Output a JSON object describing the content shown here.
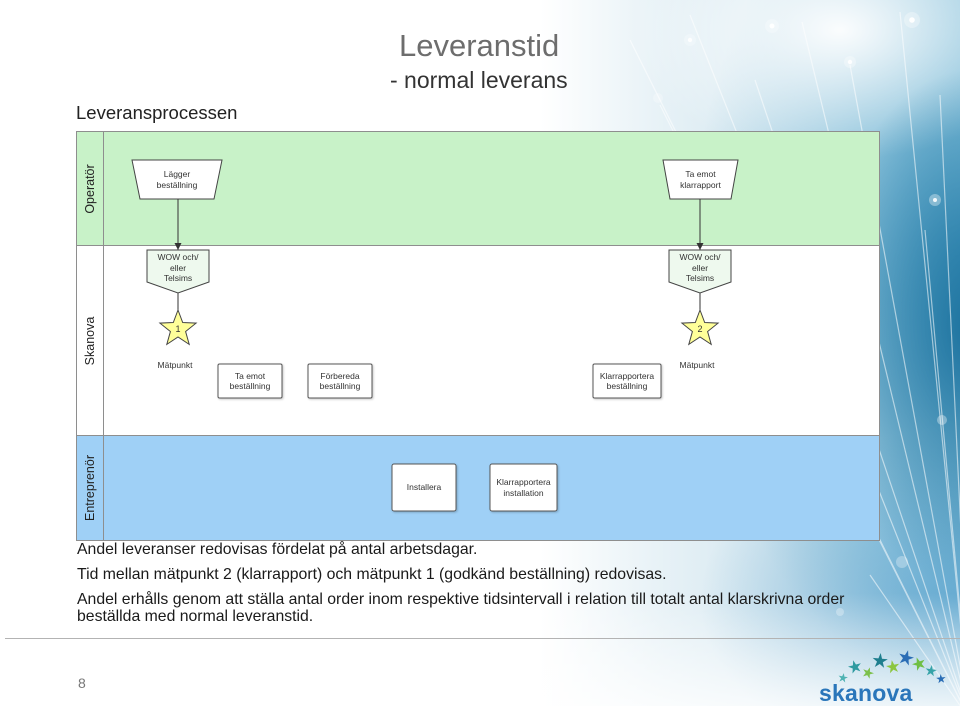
{
  "slide": {
    "title": "Leveranstid",
    "subtitle": "- normal leverans",
    "section_heading": "Leveransprocessen",
    "page_number": "8"
  },
  "diagram": {
    "lanes": [
      {
        "label": "Operatör",
        "color": "#c8f2c8"
      },
      {
        "label": "Skanova",
        "color": "#ffffff"
      },
      {
        "label": "Entreprenör",
        "color": "#9fd0f6"
      }
    ],
    "operator": {
      "lagger_bestallning": "Lägger\nbeställning",
      "ta_emot_klarrapport": "Ta emot\nklarrapport"
    },
    "skanova": {
      "wow_start": "WOW och/\neller\nTelsims",
      "wow_end": "WOW och/\neller\nTelsims",
      "milestone_1": {
        "number": "1",
        "label": "Mätpunkt"
      },
      "milestone_2": {
        "number": "2",
        "label": "Mätpunkt"
      },
      "ta_emot_bestallning": "Ta emot\nbeställning",
      "forbereda_bestallning": "Förbereda\nbeställning",
      "klarrapportera_bestallning": "Klarrapportera\nbeställning"
    },
    "entreprenor": {
      "installera": "Installera",
      "klarrapportera_installation": "Klarrapportera\ninstallation"
    },
    "milestone_color": "#ffff99"
  },
  "body_text": [
    "Andel leveranser redovisas fördelat på antal arbetsdagar.",
    "Tid mellan mätpunkt 2 (klarrapport) och mätpunkt 1 (godkänd beställning) redovisas.",
    "Andel erhålls genom att ställa antal order inom respektive tidsintervall i relation till totalt antal klarskrivna order beställda med normal leveranstid."
  ],
  "logo": {
    "text": "skanova",
    "icon": "star-cluster-icon",
    "color": "#2a76ba"
  }
}
